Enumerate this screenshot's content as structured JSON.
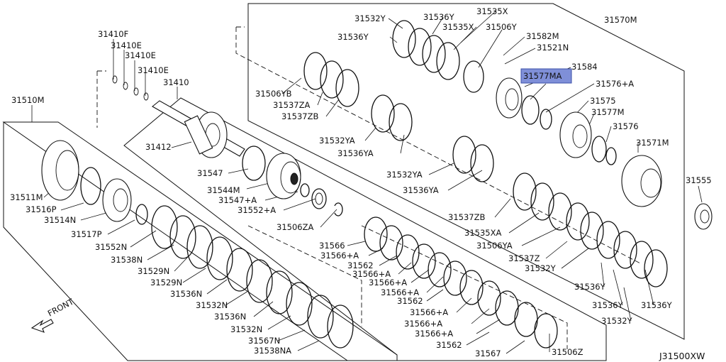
{
  "labels": {
    "a31410f": "31410F",
    "a31410e_1": "31410E",
    "a31410e_2": "31410E",
    "a31410e_3": "31410E",
    "a31410": "31410",
    "a31510m": "31510M",
    "a31412": "31412",
    "a31547": "31547",
    "a31544m": "31544M",
    "a31547a": "31547+A",
    "a31552a": "31552+A",
    "a31506za": "31506ZA",
    "a31511m": "31511M",
    "a31516p": "31516P",
    "a31514n": "31514N",
    "a31517p": "31517P",
    "a31552n": "31552N",
    "a31538n": "31538N",
    "a31529n_1": "31529N",
    "a31529n_2": "31529N",
    "a31536n_1": "31536N",
    "a31532n_1": "31532N",
    "a31536n_2": "31536N",
    "a31532n_2": "31532N",
    "a31567n": "31567N",
    "a31538na": "31538NA",
    "a31532y_top": "31532Y",
    "a31536y_top": "31536Y",
    "a31535x_1": "31535X",
    "a31536y_left": "31536Y",
    "a31535x_2": "31535X",
    "a31506y": "31506Y",
    "a31582m": "31582M",
    "a31521n": "31521N",
    "a31570m": "31570M",
    "a31584": "31584",
    "a31577ma": "31577MA",
    "a31576a": "31576+A",
    "a31575": "31575",
    "a31577m": "31577M",
    "a31576": "31576",
    "a31571m": "31571M",
    "a31555": "31555",
    "a31506yb": "31506YB",
    "a31537za": "31537ZA",
    "a31537zb_1": "31537ZB",
    "a31532ya_1": "31532YA",
    "a31536ya_1": "31536YA",
    "a31532ya_2": "31532YA",
    "a31536ya_2": "31536YA",
    "a31537zb_2": "31537ZB",
    "a31535xa": "31535XA",
    "a31506ya": "31506YA",
    "a31537z": "31537Z",
    "a31532y_mid": "31532Y",
    "a31536y_b1": "31536Y",
    "a31536y_b2": "31536Y",
    "a31536y_b3": "31536Y",
    "a31532y_bot": "31532Y",
    "a31566": "31566",
    "a31566a_1": "31566+A",
    "a31562_1": "31562",
    "a31566a_2": "31566+A",
    "a31566a_3": "31566+A",
    "a31566a_4": "31566+A",
    "a31562_2": "31562",
    "a31566a_5": "31566+A",
    "a31566a_6": "31566+A",
    "a31566a_7": "31566+A",
    "a31562_3": "31562",
    "a31567": "31567",
    "a31506z": "31506Z",
    "front": "FRONT",
    "diagram_code": "J31500XW"
  },
  "highlight": {
    "part": "31577MA",
    "color": "#7f8fd8"
  }
}
